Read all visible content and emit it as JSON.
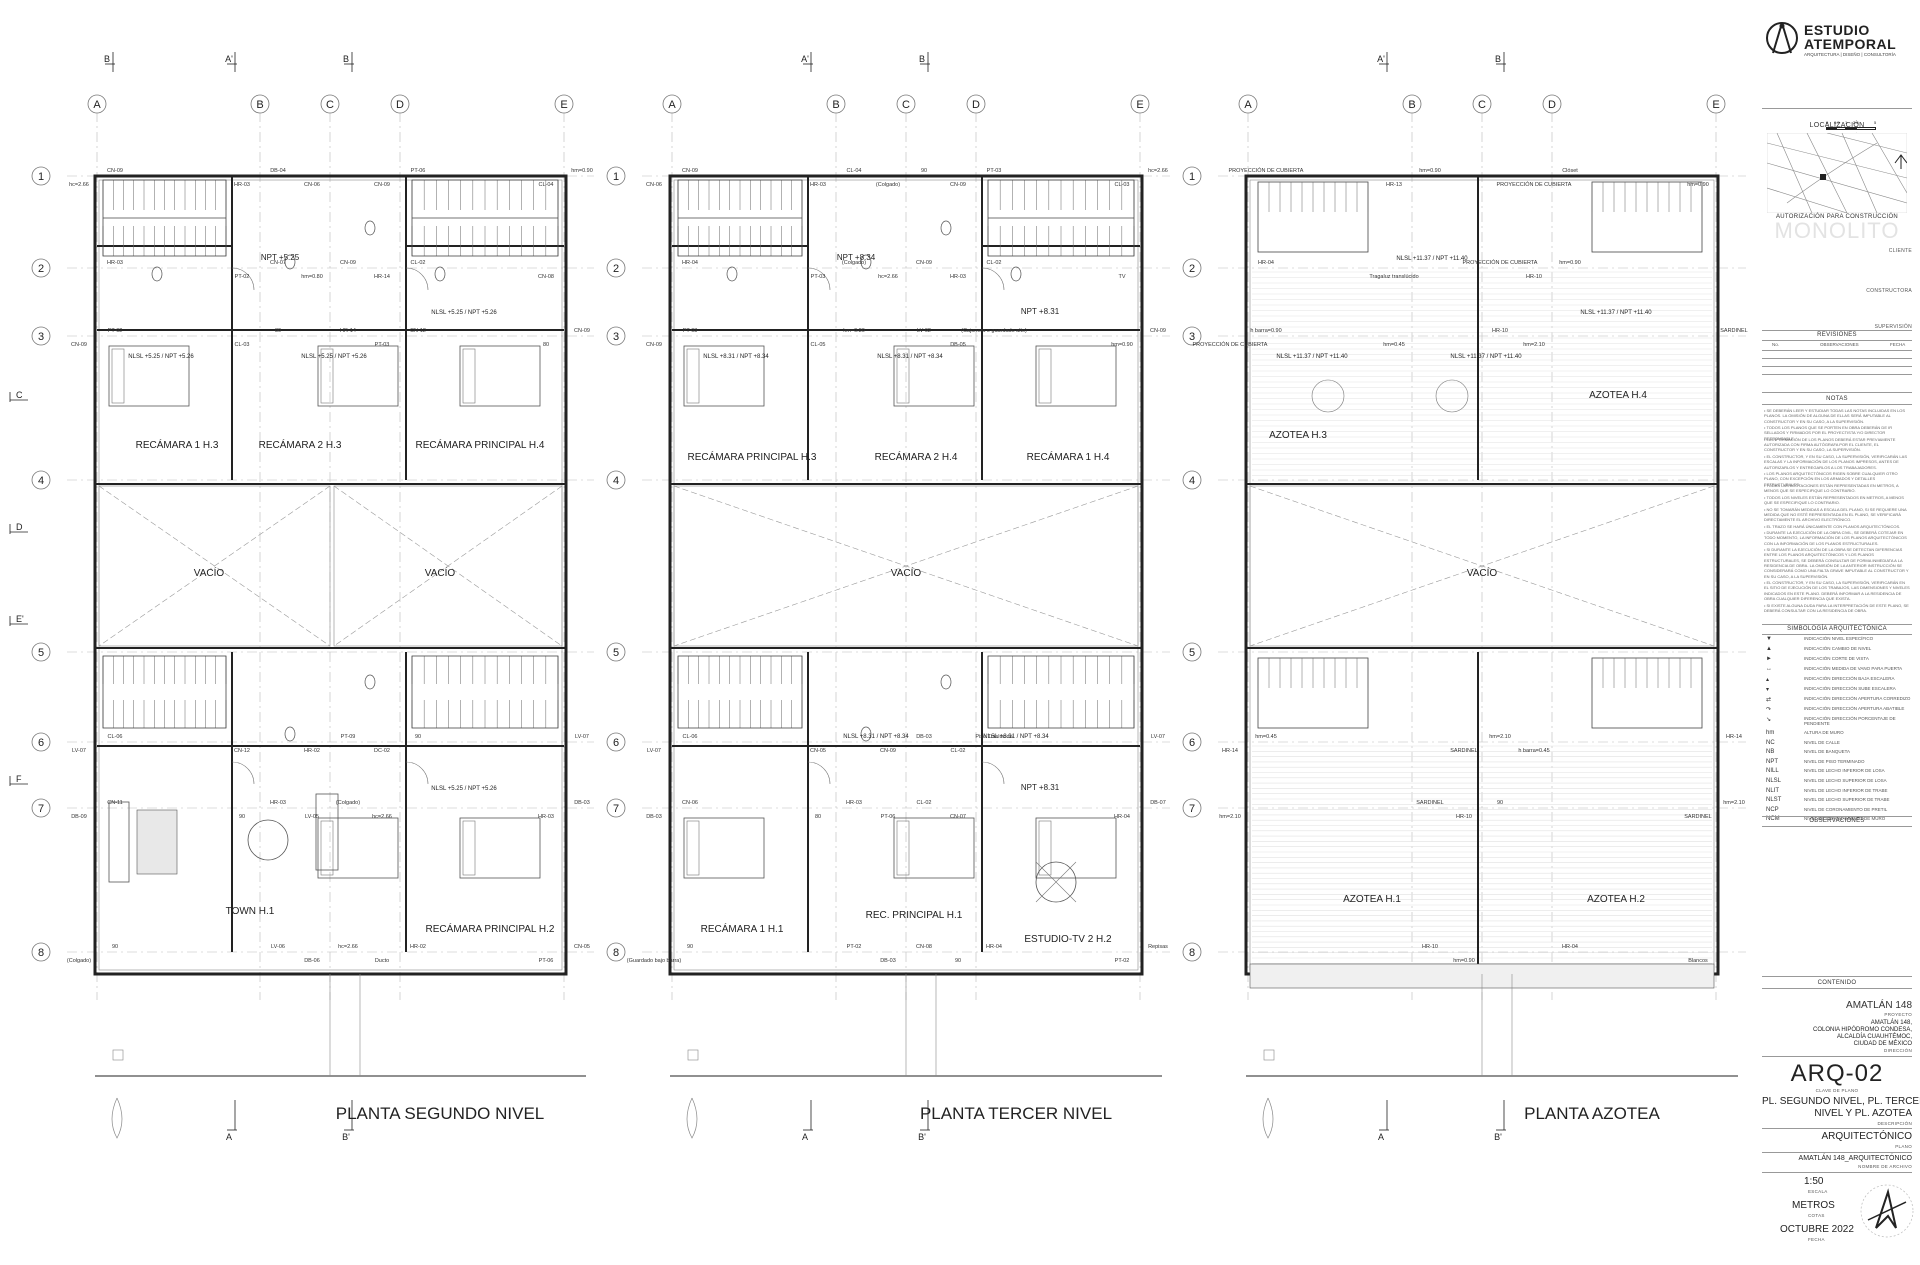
{
  "sheet": {
    "plans": [
      {
        "title": "PLANTA SEGUNDO NIVEL",
        "col_labels": [
          "A",
          "B",
          "C",
          "D",
          "E"
        ],
        "row_labels": [
          "1",
          "2",
          "3",
          "4",
          "5",
          "6",
          "7",
          "8"
        ],
        "section_top": [
          "B",
          "A'",
          "B"
        ],
        "section_bottom": [
          "A",
          "B'"
        ],
        "side_sections": [
          "C",
          "D",
          "E'",
          "F"
        ],
        "rooms": [
          "RECÁMARA 1 H.3",
          "RECÁMARA 2 H.3",
          "RECÁMARA PRINCIPAL H.4",
          "VACÍO",
          "VACÍO",
          "TOWN H.1",
          "RECÁMARA PRINCIPAL H.2"
        ],
        "levels": [
          "NPT +5.25",
          "NLSL +5.25 / NPT +5.26",
          "NLSL +5.25 / NPT +5.26",
          "NLSL +5.25 / NPT +5.26",
          "NLSL +5.25 / NPT +5.26"
        ],
        "marks": [
          "CN-09",
          "CN-09",
          "CN-09",
          "CN-09",
          "CN-09",
          "HR-02",
          "HR-03",
          "HR-03",
          "HR-02",
          "HR-03",
          "HR-03",
          "HR-14",
          "HR-14",
          "LV-07",
          "LV-07",
          "LV-05",
          "LV-06",
          "PT-06",
          "PT-06",
          "PT-02",
          "PT-02",
          "PT-03",
          "PT-09",
          "DB-09",
          "DB-03",
          "DB-06",
          "DB-04",
          "CL-04",
          "CL-02",
          "CL-03",
          "CL-06",
          "DC-02",
          "(Colgado)",
          "(Colgado)",
          "CN-05",
          "CN-06",
          "CN-07",
          "CN-08",
          "CN-12",
          "CN-12",
          "CN-11",
          "hc=2.66",
          "hc=2.66",
          "hc=2.66",
          "hm=0.90",
          "hm=0.80",
          "80",
          "80",
          "90",
          "90",
          "90",
          "Ducto"
        ]
      },
      {
        "title": "PLANTA TERCER NIVEL",
        "col_labels": [
          "A",
          "B",
          "C",
          "D",
          "E"
        ],
        "row_labels": [
          "1",
          "2",
          "3",
          "4",
          "5",
          "6",
          "7",
          "8"
        ],
        "section_top": [
          "A'",
          "B"
        ],
        "section_bottom": [
          "A",
          "B'"
        ],
        "side_sections": [],
        "rooms": [
          "RECÁMARA PRINCIPAL H.3",
          "RECÁMARA 2 H.4",
          "RECÁMARA 1 H.4",
          "VACÍO",
          "RECÁMARA 1 H.1",
          "REC. PRINCIPAL H.1",
          "ESTUDIO-TV 2 H.2"
        ],
        "levels": [
          "NPT +8.34",
          "NLSL +8.31 / NPT +8.34",
          "NLSL +8.31 / NPT +8.34",
          "NPT +8.31",
          "NPT +8.31",
          "NLSL +8.31 / NPT +8.34",
          "NLSL +8.31 / NPT +8.34"
        ],
        "marks": [
          "CN-09",
          "CN-09",
          "CN-09",
          "CN-09",
          "CN-09",
          "CN-09",
          "HR-03",
          "HR-04",
          "HR-04",
          "HR-03",
          "HR-04",
          "HR-03",
          "LV-02",
          "LV-07",
          "LV-07",
          "PT-06",
          "PT-02",
          "PT-02",
          "PT-03",
          "PT-03",
          "PT-03",
          "DB-05",
          "DB-03",
          "DB-03",
          "DB-07",
          "DB-03",
          "CL-04",
          "CL-03",
          "CL-02",
          "CL-05",
          "CL-06",
          "CL-02",
          "CL-02",
          "(Guardado bajo barra)",
          "Repisas",
          "(Colgado)",
          "(Colgado)",
          "TV",
          "(Cajonera o guardado alto)",
          "CN-05",
          "CN-06",
          "CN-07",
          "CN-08",
          "CN-06",
          "hc=2.66",
          "hc=2.66",
          "hm=0.80",
          "hm=0.90",
          "Piso Traslúcido",
          "80",
          "90",
          "90",
          "90"
        ]
      },
      {
        "title": "PLANTA AZOTEA",
        "col_labels": [
          "A",
          "B",
          "C",
          "D",
          "E"
        ],
        "row_labels": [
          "1",
          "2",
          "3",
          "4",
          "5",
          "6",
          "7",
          "8"
        ],
        "section_top": [
          "A'",
          "B"
        ],
        "section_bottom": [
          "A",
          "B'"
        ],
        "side_sections": [
          "C'",
          "D'",
          "E",
          "F'"
        ],
        "rooms": [
          "AZOTEA H.3",
          "AZOTEA H.4",
          "VACÍO",
          "AZOTEA H.1",
          "AZOTEA H.2"
        ],
        "levels": [
          "NLSL +11.37 / NPT +11.40",
          "NLSL +11.37 / NPT +11.40",
          "NLSL +11.37 / NPT +11.40",
          "NLSL +11.37 / NPT +11.40"
        ],
        "marks": [
          "PROYECCIÓN DE CUBIERTA",
          "PROYECCIÓN DE CUBIERTA",
          "PROYECCIÓN DE CUBIERTA",
          "PROYECCIÓN DE CUBIERTA",
          "SARDINEL",
          "SARDINEL",
          "SARDINEL",
          "SARDINEL",
          "HR-04",
          "HR-13",
          "HR-04",
          "HR-10",
          "HR-10",
          "HR-14",
          "HR-14",
          "HR-10",
          "HR-10",
          "Blancos",
          "Clóset",
          "Tragaluz translúcido",
          "h barra=0.90",
          "hm=2.10",
          "hm=2.10",
          "hm=2.10",
          "hm=2.10",
          "hm=0.90",
          "hm=0.90",
          "hm=0.90",
          "hm=0.90",
          "hm=0.45",
          "hm=0.45",
          "h barra=0.45",
          "90"
        ]
      }
    ]
  },
  "title_block": {
    "firm": {
      "line1": "ESTUDIO",
      "line2": "ATEMPORAL",
      "tagline": "ARQUITECTURA | DISEÑO | CONSULTORÍA"
    },
    "scale_bar": {
      "ticks": [
        "0",
        "0.5",
        "1",
        "2.5",
        "5"
      ],
      "caption": "ESCALA GRÁFICA"
    },
    "localizacion": "LOCALIZACIÓN",
    "autorizacion": "AUTORIZACIÓN PARA CONSTRUCCIÓN",
    "watermark": "MONOLITO",
    "cliente": "CLIENTE",
    "constructora": "CONSTRUCTORA",
    "supervision": "SUPERVISIÓN",
    "revisiones": {
      "title": "REVISIONES",
      "headers": [
        "No.",
        "OBSERVACIONES",
        "FECHA"
      ]
    },
    "notas": {
      "title": "NOTAS",
      "items": [
        "SE DEBERÁN LEER Y ESTUDIAR TODAS LAS NOTAS INCLUIDAS EN LOS PLANOS. LA OMISIÓN DE ALGUNA DE ELLAS SERÁ IMPUTABLE AL CONSTRUCTOR Y EN SU CASO, A LA SUPERVISIÓN.",
        "TODOS LOS PLANOS QUE SE PORTEN EN OBRA DEBERÁN DE IR SELLADOS Y FIRMADOS POR EL PROYECTISTA Y/O DIRECTOR RESPONSABLE.",
        "LA INFORMACIÓN DE LOS PLANOS DEBERÁ ESTAR PREVIAMENTE AUTORIZADA CON FIRMA AUTÓGRAFA POR EL CLIENTE, EL CONSTRUCTOR Y EN SU CASO, LA SUPERVISIÓN.",
        "EL CONSTRUCTOR, Y EN SU CASO, LA SUPERVISIÓN, VERIFICARÁN LAS ESCALAS Y LA INFORMACIÓN DE LOS PLANOS IMPRESOS, ANTES DE AUTORIZARLOS Y ENTREGARLOS A LOS TRABAJADORES.",
        "LOS PLANOS ARQUITECTÓNICOS RIGEN SOBRE CUALQUIER OTRO PLANO, CON EXCEPCIÓN EN LOS ARMADOS Y DETALLES ESTRUCTURALES.",
        "TODAS LAS ACOTACIONES ESTÁN REPRESENTADAS EN METROS, A MENOS QUE SE ESPECIFIQUE LO CONTRARIO.",
        "TODOS LOS NIVELES ESTÁN REPRESENTADOS EN METROS, A MENOS QUE SE ESPECIFIQUE LO CONTRARIO.",
        "NO SE TOMARÁN MEDIDAS A ESCALA DEL PLANO, SI SE REQUIERE UNA MEDIDA QUE NO ESTÉ REPRESENTADA EN EL PLANO, SE VERIFICARÁ DIRECTAMENTE EL ARCHIVO ELECTRÓNICO.",
        "EL TRAZO SE HARÁ ÚNICAMENTE CON PLANOS ARQUITECTÓNICOS.",
        "DURANTE LA EJECUCIÓN DE LA OBRA CIVIL, SE DEBERÁ COTEJAR EN TODO MOMENTO, LA INFORMACIÓN DE LOS PLANOS ARQUITECTÓNICOS CON LA INFORMACIÓN DE LOS PLANOS ESTRUCTURALES.",
        "SI DURANTE LA EJECUCIÓN DE LA OBRA SE DETECTAN DIFERENCIAS ENTRE LOS PLANOS ARQUITECTÓNICOS Y LOS PLANOS ESTRUCTURALES, SE DEBERÁ CONSULTAR DE FORMA INMEDIATA A LA RESIDENCIA DE OBRA. LA OMISIÓN DE LA ANTERIOR INSTRUCCIÓN SE CONSIDERARÁ COMO UNA FALTA GRAVE IMPUTABLE AL CONSTRUCTOR Y EN SU CASO, A LA SUPERVISIÓN.",
        "EL CONSTRUCTOR, Y EN SU CASO, LA SUPERVISIÓN, VERIFICARÁN EN EL SITIO DE EJECUCIÓN DE LOS TRABAJOS, LAS DIMENSIONES Y NIVELES INDICADOS EN ESTE PLANO. DEBERÁ INFORMAR A LA RESIDENCIA DE OBRA CUALQUIER DIFERENCIA QUE EXISTA.",
        "SI EXISTE ALGUNA DUDA PARA LA INTERPRETACIÓN DE ESTE PLANO, SE DEBERÁ CONSULTAR CON LA RESIDENCIA DE OBRA."
      ]
    },
    "simbologia": {
      "title": "SIMBOLOGÍA ARQUITECTÓNICA",
      "graphic_items": [
        "INDICACIÓN NIVEL ESPECÍFICO",
        "INDICACIÓN CAMBIO DE NIVEL",
        "INDICACIÓN CORTE DE VISTA",
        "INDICACIÓN MEDIDA DE VANO PARA PUERTA",
        "INDICACIÓN DIRECCIÓN BAJA ESCALERA",
        "INDICACIÓN DIRECCIÓN SUBE ESCALERA",
        "INDICACIÓN DIRECCIÓN APERTURA CORREDIZO",
        "INDICACIÓN DIRECCIÓN APERTURA ABATIBLE",
        "INDICACIÓN DIRECCIÓN PORCENTAJE DE PENDIENTE"
      ],
      "abbreviations": [
        {
          "k": "hm",
          "v": "ALTURA DE MURO"
        },
        {
          "k": "NC",
          "v": "NIVEL DE CALLE"
        },
        {
          "k": "NB",
          "v": "NIVEL DE BANQUETA"
        },
        {
          "k": "NPT",
          "v": "NIVEL DE PISO TERMINADO"
        },
        {
          "k": "NILL",
          "v": "NIVEL DE LECHO INFERIOR DE LOSA"
        },
        {
          "k": "NLSL",
          "v": "NIVEL DE LECHO SUPERIOR DE LOSA"
        },
        {
          "k": "NLIT",
          "v": "NIVEL DE LECHO INFERIOR DE TRABE"
        },
        {
          "k": "NLST",
          "v": "NIVEL DE LECHO SUPERIOR DE TRABE"
        },
        {
          "k": "NCP",
          "v": "NIVEL DE CORONAMIENTO DE PRETIL"
        },
        {
          "k": "NCM",
          "v": "NIVEL DE CORONAMIENTO DE MURO"
        }
      ]
    },
    "observaciones": "OBSERVACIONES",
    "contenido": "CONTENIDO",
    "proyecto": {
      "value": "AMATLÁN 148",
      "caption": "PROYECTO"
    },
    "direccion": {
      "lines": [
        "AMATLÁN 148,",
        "COLONIA HIPÓDROMO CONDESA,",
        "ALCALDÍA CUAUHTÉMOC,",
        "CIUDAD DE MÉXICO"
      ],
      "caption": "DIRECCIÓN"
    },
    "clave": {
      "value": "ARQ-02",
      "caption": "CLAVE DE PLANO"
    },
    "descripcion": {
      "lines": [
        "PL. SEGUNDO NIVEL, PL. TERCER",
        "NIVEL Y PL. AZOTEA"
      ],
      "caption": "DESCRIPCIÓN"
    },
    "plano": {
      "value": "ARQUITECTÓNICO",
      "caption": "PLANO"
    },
    "archivo": {
      "value": "AMATLÁN 148_ARQUITECTÓNICO",
      "caption": "NOMBRE DE ARCHIVO"
    },
    "escala": {
      "value": "1:50",
      "caption": "ESCALA"
    },
    "cotas": {
      "value": "METROS",
      "caption": "COTAS"
    },
    "fecha": {
      "value": "OCTUBRE 2022",
      "caption": "FECHA"
    }
  }
}
